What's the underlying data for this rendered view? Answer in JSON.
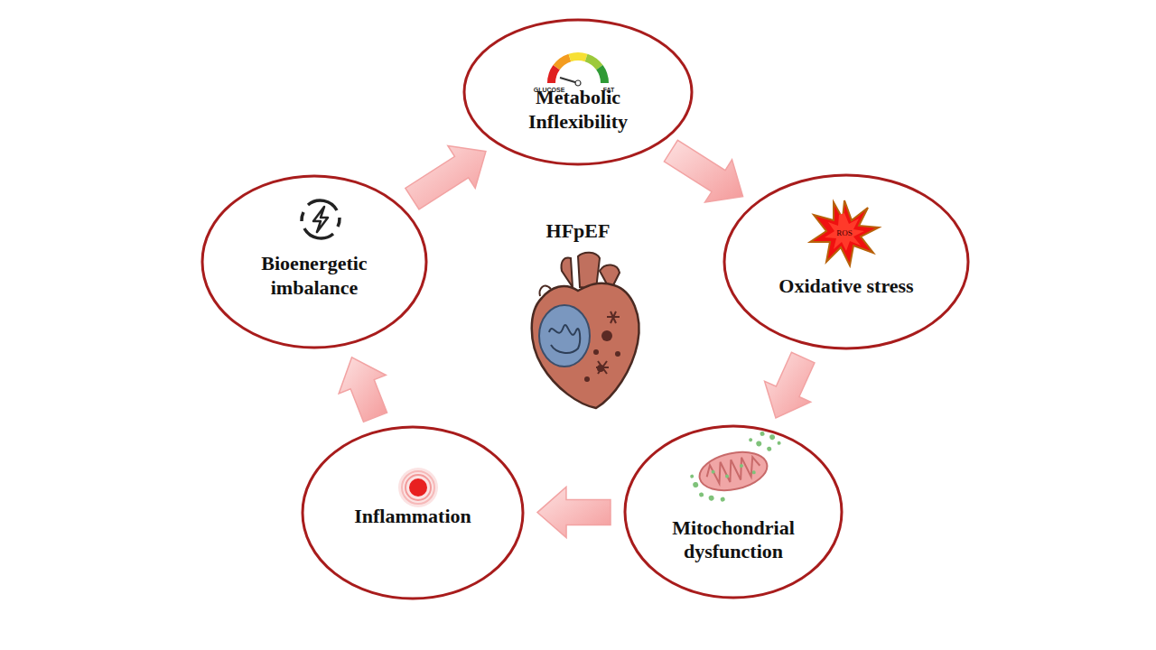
{
  "diagram": {
    "nodes": [
      {
        "text": [
          "Metabolic Inflexibility"
        ]
      },
      {
        "text": [
          "Oxidative stress"
        ]
      },
      {
        "text": [
          "Mitochondrial dysfunction"
        ]
      },
      {
        "text": [
          "Inflammation"
        ]
      },
      {
        "text": [
          "Bioenergetic imbalance"
        ]
      }
    ],
    "edges": [
      {
        "from": 0,
        "to": 1,
        "arrow": "to"
      },
      {
        "from": 1,
        "to": 2,
        "arrow": "to"
      },
      {
        "from": 2,
        "to": 3,
        "arrow": "to"
      },
      {
        "from": 3,
        "to": 4,
        "arrow": "to"
      },
      {
        "from": 4,
        "to": 0,
        "arrow": "to"
      }
    ],
    "labels": [
      "HFpEF",
      "GLUCOSE",
      "FAT",
      "ROS"
    ]
  }
}
